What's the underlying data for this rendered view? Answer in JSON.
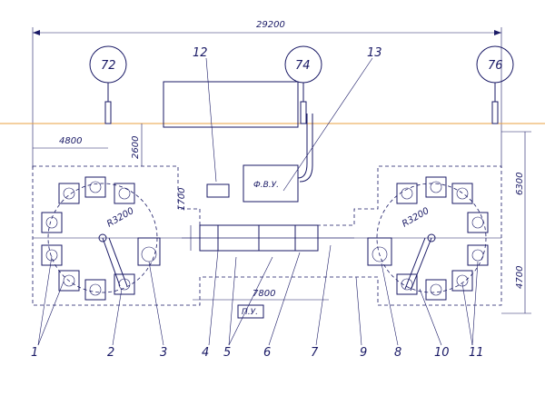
{
  "title_dimension": "29200",
  "dimensions": {
    "d4800": "4800",
    "d2600": "2600",
    "d1700": "1700",
    "d7800": "7800",
    "d6300": "6300",
    "d4700": "4700",
    "r_left": "R3200",
    "r_right": "R3200"
  },
  "circles": [
    "72",
    "74",
    "76"
  ],
  "boxes": {
    "fvu": "Ф.В.У.",
    "pu": "П.У."
  },
  "callouts": [
    "1",
    "2",
    "3",
    "4",
    "5",
    "6",
    "7",
    "9",
    "8",
    "10",
    "11",
    "12",
    "13"
  ],
  "colors": {
    "ink": "#1a1a66",
    "axis": "#e8a040"
  }
}
